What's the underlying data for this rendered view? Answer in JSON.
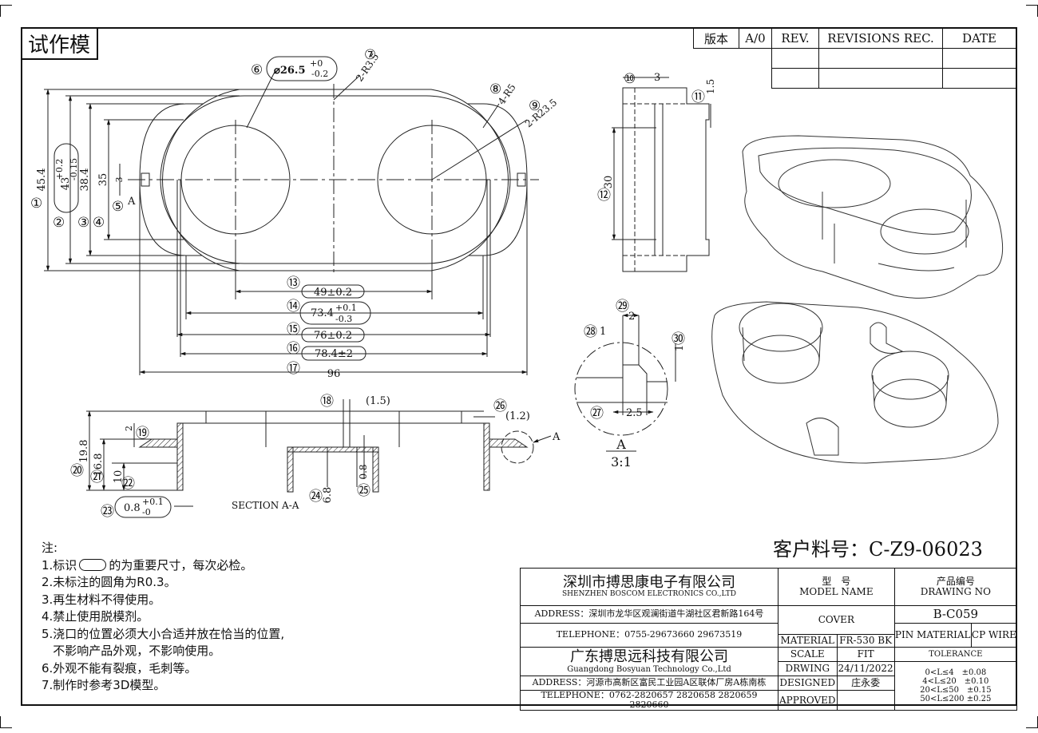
{
  "trial_label": "试作模",
  "revision_block": {
    "version_label": "版本",
    "version_value": "A/0",
    "rev": "REV.",
    "revisions_rec": "REVISIONS REC.",
    "date": "DATE"
  },
  "top_view": {
    "callouts": [
      {
        "num": "①",
        "text": "45.4"
      },
      {
        "num": "②",
        "text": "43",
        "tol_plus": "+0.2",
        "tol_minus": "-0.15"
      },
      {
        "num": "③",
        "text": "38.4"
      },
      {
        "num": "④",
        "text": "35"
      },
      {
        "num": "⑤",
        "text": "3"
      },
      {
        "num": "⑥",
        "text": "⌀26.5",
        "tol_plus": "+0",
        "tol_minus": "-0.2"
      },
      {
        "num": "⑦",
        "text": "2-R3.5"
      },
      {
        "num": "⑧",
        "text": "4-R5"
      },
      {
        "num": "⑨",
        "text": "2-R23.5"
      },
      {
        "num": "⑬",
        "text": "49±0.2"
      },
      {
        "num": "⑭",
        "text": "73.4",
        "tol_plus": "+0.1",
        "tol_minus": "-0.3"
      },
      {
        "num": "⑮",
        "text": "76±0.2"
      },
      {
        "num": "⑯",
        "text": "78.4±2"
      },
      {
        "num": "⑰",
        "text": "96"
      }
    ],
    "section_marker": "A"
  },
  "side_view": {
    "callouts": [
      {
        "num": "⑩",
        "text": "3"
      },
      {
        "num": "⑪",
        "text": "1.5"
      },
      {
        "num": "⑫",
        "text": "30"
      }
    ]
  },
  "detail_view": {
    "callouts": [
      {
        "num": "㉘",
        "text": "1"
      },
      {
        "num": "㉙",
        "text": "2"
      },
      {
        "num": "㉚",
        "text": "1"
      },
      {
        "num": "㉗",
        "text": "2.5"
      }
    ],
    "label": "A",
    "scale": "3:1"
  },
  "section_view": {
    "label": "SECTION A-A",
    "callouts": [
      {
        "num": "⑱",
        "text": "(1.5)"
      },
      {
        "num": "⑲",
        "text": "2"
      },
      {
        "num": "⑳",
        "text": "19.8"
      },
      {
        "num": "㉑",
        "text": "16.8"
      },
      {
        "num": "㉒",
        "text": "10"
      },
      {
        "num": "㉓",
        "text": "0.8",
        "tol_plus": "+0.1",
        "tol_minus": "-0"
      },
      {
        "num": "㉔",
        "text": "6.8"
      },
      {
        "num": "㉕",
        "text": "0.8"
      },
      {
        "num": "㉖",
        "text": "(1.2)"
      }
    ],
    "detail_marker": "A"
  },
  "customer_part_no": "客户料号：C-Z9-06023",
  "notes": {
    "heading": "注:",
    "items": [
      {
        "before": "1.标识",
        "after": "的为重要尺寸，每次必检。"
      },
      {
        "text": "2.未标注的圆角为R0.3。"
      },
      {
        "text": "3.再生材料不得使用。"
      },
      {
        "text": "4.禁止使用脱模剂。"
      },
      {
        "text": "5.浇口的位置必须大小合适并放在恰当的位置,"
      },
      {
        "text": "   不影响产品外观，不影响使用。"
      },
      {
        "text": "6.外观不能有裂痕，毛刺等。"
      },
      {
        "text": "7.制作时参考3D模型。"
      }
    ]
  },
  "title_block": {
    "company1_cn": "深圳市搏思康电子有限公司",
    "company1_en": "SHENZHEN BOSCOM ELECTRONICS CO.,LTD",
    "address1": "ADDRESS：深圳市龙华区观澜街道牛湖社区君新路164号",
    "telephone1": "TELEPHONE：0755-29673660 29673519",
    "company2_cn": "广东搏思远科技有限公司",
    "company2_en": "Guangdong Bosyuan Technology Co.,Ltd",
    "address2": "ADDRESS：河源市高新区富民工业园A区联体厂房A栋南栋",
    "telephone2": "TELEPHONE：0762-2820657 2820658 2820659 2820660",
    "model_cn": "型　号",
    "model_en": "MODEL NAME",
    "model_value": "COVER",
    "drawing_cn": "产品编号",
    "drawing_en": "DRAWING NO",
    "drawing_value": "B-C059",
    "material_label": "MATERIAL",
    "material_value": "FR-530 BK",
    "scale_label": "SCALE",
    "scale_value": "FIT",
    "drwing_label": "DRWING",
    "drwing_value": "24/11/2022",
    "designed_label": "DESIGNED",
    "designed_value": "庄永委",
    "approved_label": "APPROVED",
    "approved_value": "",
    "pin_material_label": "PIN MATERIAL",
    "pin_material_value": "CP WIRE",
    "tolerance_label": "TOLERANCE",
    "tolerances": [
      "0<L≤4　±0.08",
      "4<L≤20　±0.10",
      "20<L≤50　±0.15",
      "50<L≤200 ±0.25"
    ]
  }
}
